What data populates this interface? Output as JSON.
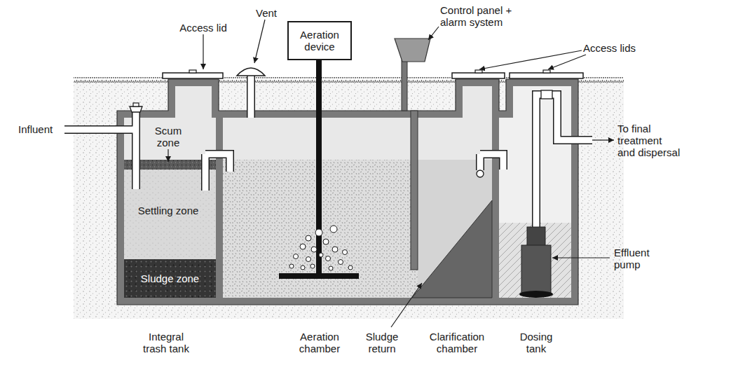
{
  "diagram": {
    "nodes": [
      {
        "text": [
          "Aeration device"
        ]
      },
      {
        "text": [
          "Sludge zone"
        ]
      }
    ],
    "labels": [
      "Access lid",
      "Vent",
      "Control panel + alarm system",
      "Access lids",
      "Influent",
      "Scum zone",
      "Settling zone",
      "To final treatment and dispersal",
      "Effluent pump",
      "Integral trash tank",
      "Aeration chamber",
      "Sludge return",
      "Clarification chamber",
      "Dosing tank"
    ]
  }
}
